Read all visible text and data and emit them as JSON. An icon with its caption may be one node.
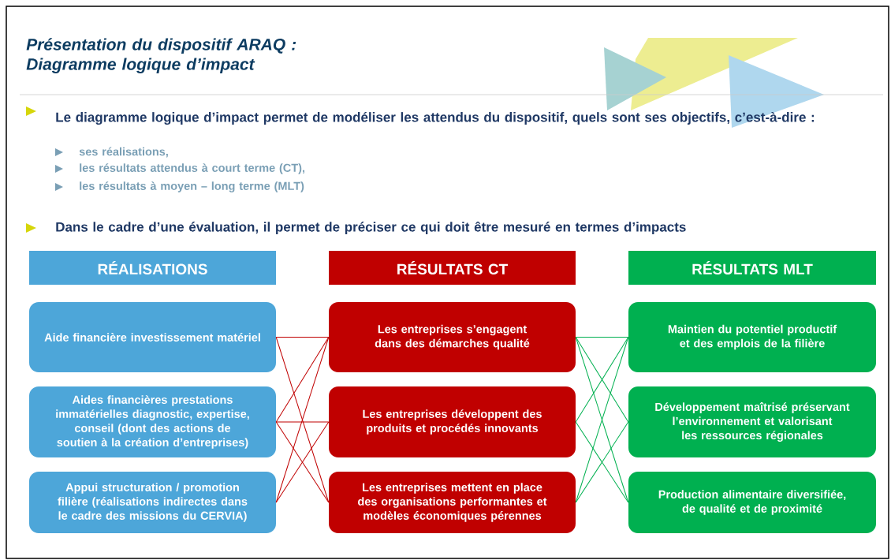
{
  "diagram": {
    "title": "Présentation du dispositif ARAQ : Diagramme logique d’impact",
    "nodes": [
      {
        "text": [
          "RÉALISATIONS"
        ]
      },
      {
        "text": [
          "RÉSULTATS CT"
        ]
      },
      {
        "text": [
          "RÉSULTATS MLT"
        ]
      },
      {
        "text": [
          "Aide financière investissement matériel"
        ]
      },
      {
        "text": [
          "Aides financières prestations immatérielles diagnostic, expertise, conseil (dont des actions de soutien à la création d’entreprises)"
        ]
      },
      {
        "text": [
          "Appui structuration / promotion filière (réalisations indirectes dans le cadre des missions du CERVIA)"
        ]
      },
      {
        "text": [
          "Les entreprises s’engagent dans des démarches qualité"
        ]
      },
      {
        "text": [
          "Les entreprises développent des produits et procédés innovants"
        ]
      },
      {
        "text": [
          "Les entreprises mettent en place des organisations performantes et modèles économiques pérennes"
        ]
      },
      {
        "text": [
          "Maintien du potentiel productif et des emplois de la filière"
        ]
      },
      {
        "text": [
          "Développement maîtrisé préservant l’environnement et valorisant les ressources régionales"
        ]
      },
      {
        "text": [
          "Production alimentaire diversifiée, de qualité et de proximité"
        ]
      }
    ],
    "edges": [
      {
        "from": 3,
        "to": 6,
        "arrow": "none",
        "color": "#c00000"
      },
      {
        "from": 3,
        "to": 8,
        "arrow": "none",
        "color": "#c00000"
      },
      {
        "from": 4,
        "to": 6,
        "arrow": "none",
        "color": "#c00000"
      },
      {
        "from": 4,
        "to": 7,
        "arrow": "none",
        "color": "#c00000"
      },
      {
        "from": 4,
        "to": 8,
        "arrow": "none",
        "color": "#c00000"
      },
      {
        "from": 5,
        "to": 6,
        "arrow": "none",
        "color": "#c00000"
      },
      {
        "from": 5,
        "to": 7,
        "arrow": "none",
        "color": "#c00000"
      },
      {
        "from": 6,
        "to": 9,
        "arrow": "none",
        "color": "#00b050"
      },
      {
        "from": 6,
        "to": 10,
        "arrow": "none",
        "color": "#00b050"
      },
      {
        "from": 6,
        "to": 11,
        "arrow": "none",
        "color": "#00b050"
      },
      {
        "from": 7,
        "to": 9,
        "arrow": "none",
        "color": "#00b050"
      },
      {
        "from": 7,
        "to": 11,
        "arrow": "none",
        "color": "#00b050"
      },
      {
        "from": 8,
        "to": 9,
        "arrow": "none",
        "color": "#00b050"
      },
      {
        "from": 8,
        "to": 10,
        "arrow": "none",
        "color": "#00b050"
      }
    ],
    "labels": [
      "Le diagramme logique d’impact permet de modéliser les attendus du dispositif, quels sont ses objectifs, c’est-à-dire :",
      "ses réalisations,",
      "les résultats attendus à court terme (CT),",
      "les résultats à moyen – long terme (MLT)",
      "Dans le cadre d’une évaluation, il permet de préciser ce qui doit être mesuré en termes d’impacts"
    ]
  }
}
